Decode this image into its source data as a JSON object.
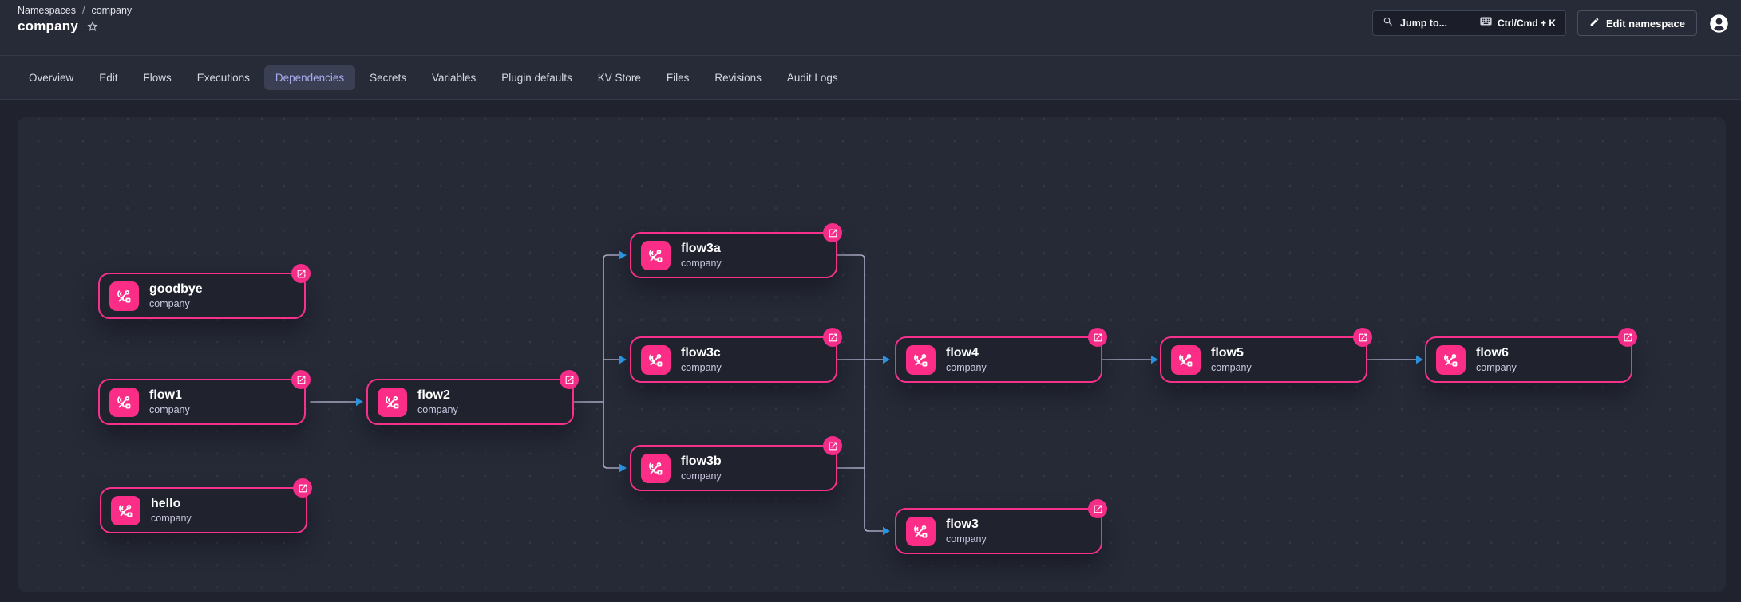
{
  "header": {
    "breadcrumb": {
      "root": "Namespaces",
      "separator": "/",
      "current": "company"
    },
    "title": "company",
    "search": {
      "placeholder": "Jump to...",
      "shortcut": "Ctrl/Cmd + K"
    },
    "edit_button_label": "Edit namespace"
  },
  "tabs": {
    "active": "Dependencies",
    "items": [
      {
        "label": "Overview"
      },
      {
        "label": "Edit"
      },
      {
        "label": "Flows"
      },
      {
        "label": "Executions"
      },
      {
        "label": "Dependencies"
      },
      {
        "label": "Secrets"
      },
      {
        "label": "Variables"
      },
      {
        "label": "Plugin defaults"
      },
      {
        "label": "KV Store"
      },
      {
        "label": "Files"
      },
      {
        "label": "Revisions"
      },
      {
        "label": "Audit Logs"
      }
    ]
  },
  "graph": {
    "nodes": [
      {
        "id": "goodbye",
        "title": "goodbye",
        "subtitle": "company"
      },
      {
        "id": "flow1",
        "title": "flow1",
        "subtitle": "company"
      },
      {
        "id": "hello",
        "title": "hello",
        "subtitle": "company"
      },
      {
        "id": "flow2",
        "title": "flow2",
        "subtitle": "company"
      },
      {
        "id": "flow3a",
        "title": "flow3a",
        "subtitle": "company"
      },
      {
        "id": "flow3c",
        "title": "flow3c",
        "subtitle": "company"
      },
      {
        "id": "flow3b",
        "title": "flow3b",
        "subtitle": "company"
      },
      {
        "id": "flow4",
        "title": "flow4",
        "subtitle": "company"
      },
      {
        "id": "flow3",
        "title": "flow3",
        "subtitle": "company"
      },
      {
        "id": "flow5",
        "title": "flow5",
        "subtitle": "company"
      },
      {
        "id": "flow6",
        "title": "flow6",
        "subtitle": "company"
      }
    ],
    "edges": [
      {
        "from": "flow1",
        "to": "flow2"
      },
      {
        "from": "flow2",
        "to": "flow3a"
      },
      {
        "from": "flow2",
        "to": "flow3c"
      },
      {
        "from": "flow2",
        "to": "flow3b"
      },
      {
        "from": "flow3a",
        "to": "flow4"
      },
      {
        "from": "flow3c",
        "to": "flow4"
      },
      {
        "from": "flow3b",
        "to": "flow4"
      },
      {
        "from": "flow3b",
        "to": "flow3"
      },
      {
        "from": "flow4",
        "to": "flow5"
      },
      {
        "from": "flow5",
        "to": "flow6"
      }
    ],
    "colors": {
      "node_border": "#f5318c",
      "node_icon_bg": "#fb2d87",
      "badge_bg": "#f32d88",
      "edge_line": "#a8a6c2",
      "edge_arrow": "#2f9ff2"
    }
  }
}
